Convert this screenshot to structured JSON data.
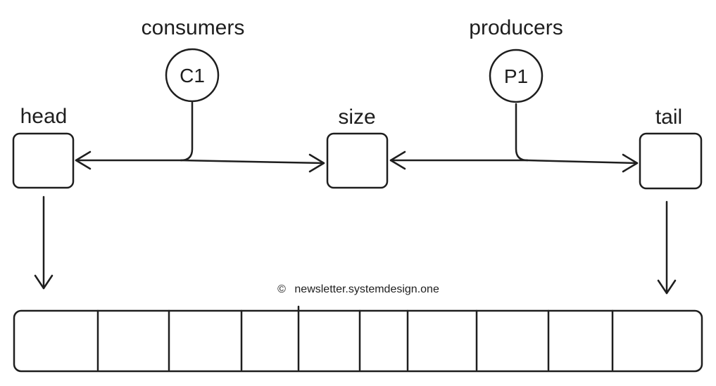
{
  "labels": {
    "consumers": "consumers",
    "producers": "producers",
    "head": "head",
    "size": "size",
    "tail": "tail"
  },
  "nodes": {
    "consumer": "C1",
    "producer": "P1"
  },
  "credit": {
    "symbol": "©",
    "text": "newsletter.systemdesign.one"
  },
  "buffer": {
    "slot_count": 10
  },
  "colors": {
    "ink": "#1e1e1e",
    "background": "#ffffff"
  }
}
